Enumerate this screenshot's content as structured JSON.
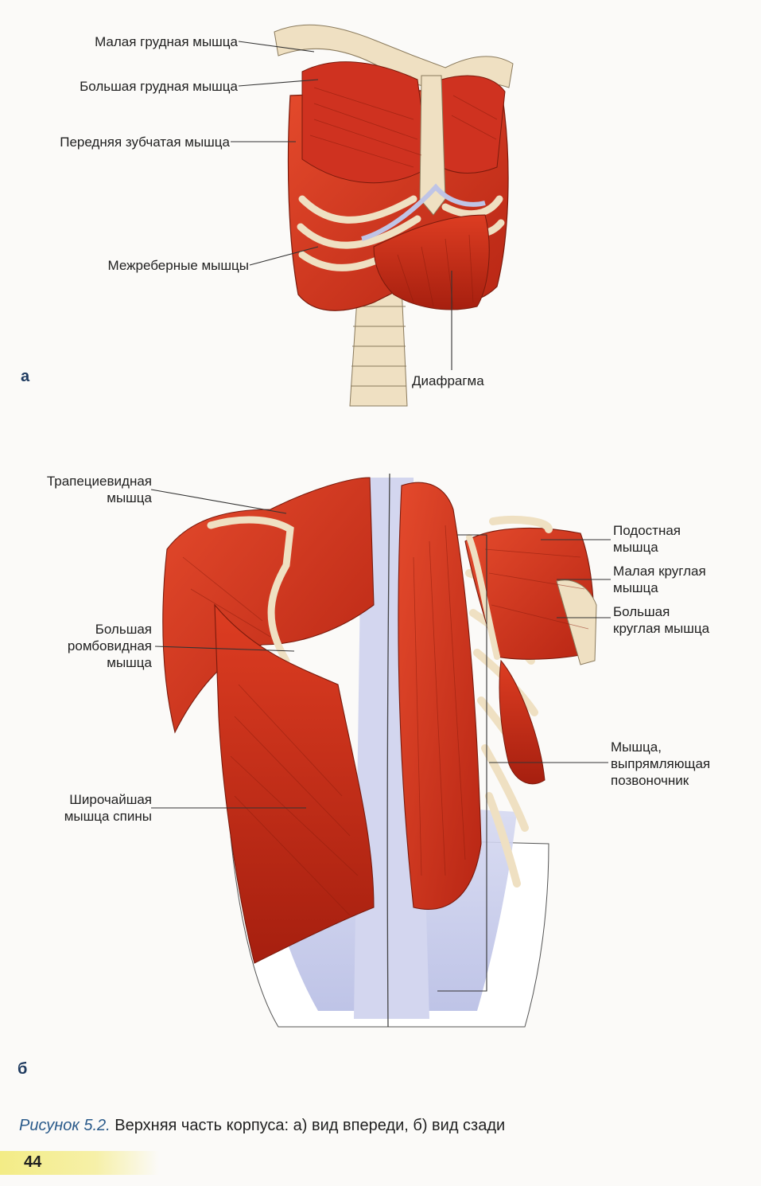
{
  "figure_a": {
    "letter": "а",
    "labels": {
      "pectoralis_minor": "Малая грудная мышца",
      "pectoralis_major": "Большая грудная мышца",
      "serratus_anterior": "Передняя зубчатая мышца",
      "intercostals": "Межреберные мышцы",
      "diaphragm": "Диафрагма"
    }
  },
  "figure_b": {
    "letter": "б",
    "labels": {
      "trapezius": [
        "Трапециевидная",
        "мышца"
      ],
      "rhomboid_major": [
        "Большая",
        "ромбовидная",
        "мышца"
      ],
      "latissimus_dorsi": [
        "Широчайшая",
        "мышца спины"
      ],
      "infraspinatus": [
        "Подостная",
        "мышца"
      ],
      "teres_minor": [
        "Малая круглая",
        "мышца"
      ],
      "teres_major": [
        "Большая",
        "круглая мышца"
      ],
      "erector_spinae": [
        "Мышца,",
        "выпрямляющая",
        "позвоночник"
      ]
    }
  },
  "caption": {
    "figure_ref": "Рисунок 5.2.",
    "text": "Верхняя часть корпуса: а) вид впереди, б) вид сзади"
  },
  "page_number": "44",
  "colors": {
    "muscle": "#d9361f",
    "muscle_dark": "#a8220f",
    "bone": "#f1e2c4",
    "fascia": "#c9cdea",
    "caption_blue": "#2a5a8a",
    "page_tab": "#f3ec86"
  }
}
